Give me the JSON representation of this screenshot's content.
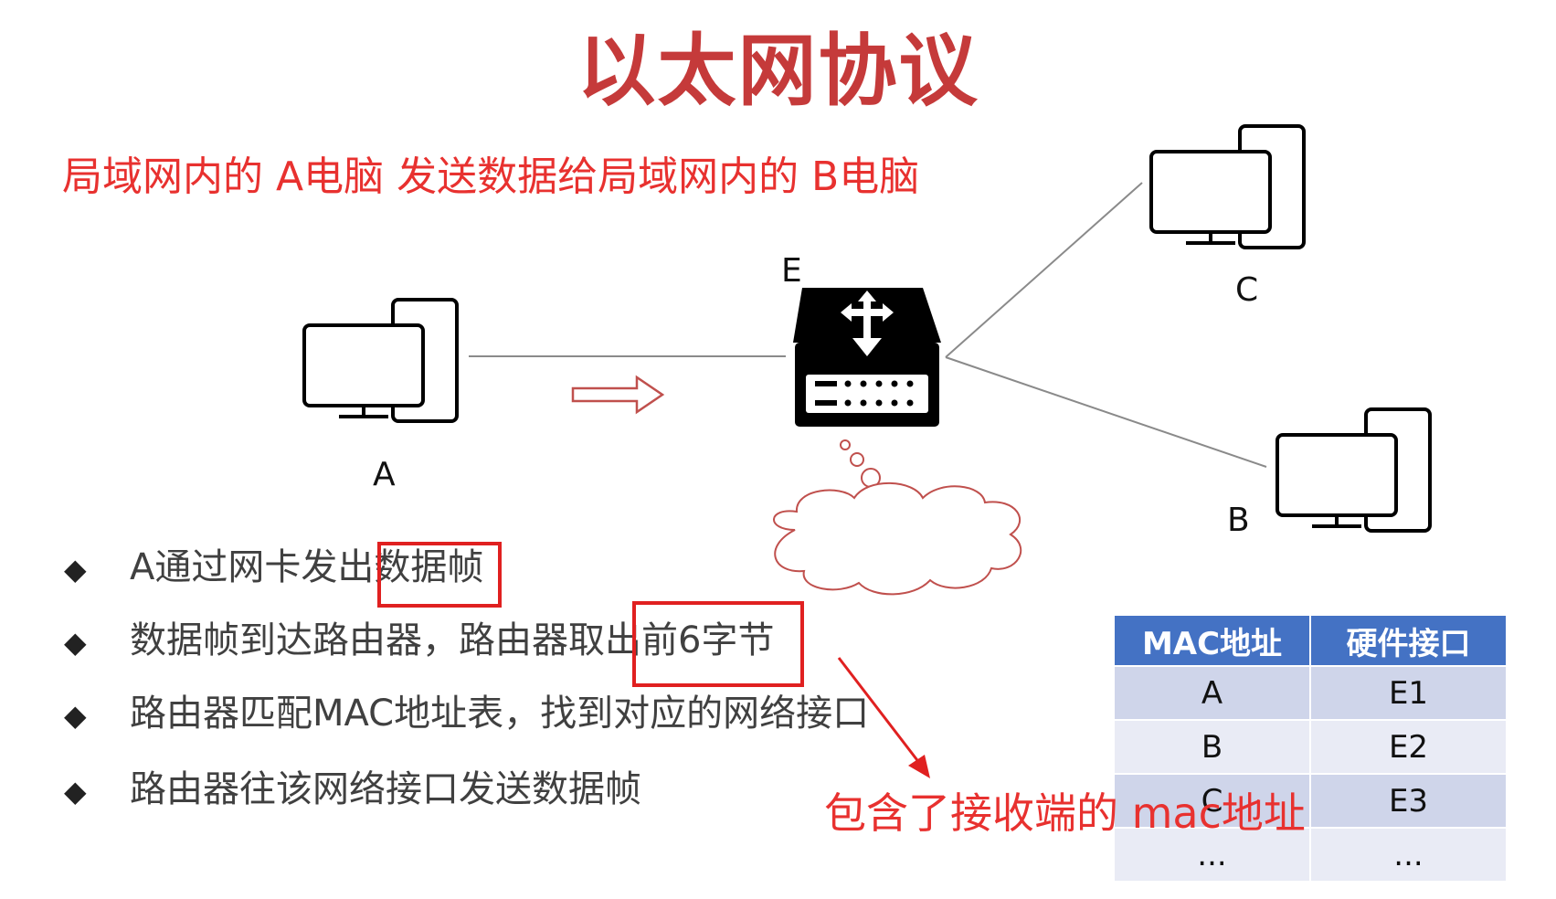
{
  "title": "以太网协议",
  "subtitle": "局域网内的 A电脑 发送数据给局域网内的 B电脑",
  "nodes": {
    "a": "A",
    "b": "B",
    "c": "C",
    "e": "E"
  },
  "bullets": [
    {
      "icon": "◆",
      "prefix": "A通过网卡发出",
      "highlight": "数据帧",
      "suffix": ""
    },
    {
      "icon": "◆",
      "prefix": "数据帧到达路由器，路由器取出",
      "highlight": "前6字节",
      "suffix": ""
    },
    {
      "icon": "◆",
      "prefix": "路由器匹配MAC地址表，找到对应的网络接口",
      "highlight": "",
      "suffix": ""
    },
    {
      "icon": "◆",
      "prefix": "路由器往该网络接口发送数据帧",
      "highlight": "",
      "suffix": ""
    }
  ],
  "annotation": "包含了接收端的 mac地址",
  "table": {
    "headers": [
      "MAC地址",
      "硬件接口"
    ],
    "rows": [
      [
        "A",
        "E1"
      ],
      [
        "B",
        "E2"
      ],
      [
        "C",
        "E3"
      ],
      [
        "...",
        "..."
      ]
    ]
  },
  "colors": {
    "title": "#c53a3a",
    "accent_red": "#e8312f",
    "table_header": "#4472c4",
    "table_row_odd": "#cfd5ea",
    "table_row_even": "#e9ebf5"
  },
  "icons": [
    "computer-icon",
    "router-icon",
    "thought-cloud",
    "arrow-right-outline",
    "diamond-bullet"
  ]
}
